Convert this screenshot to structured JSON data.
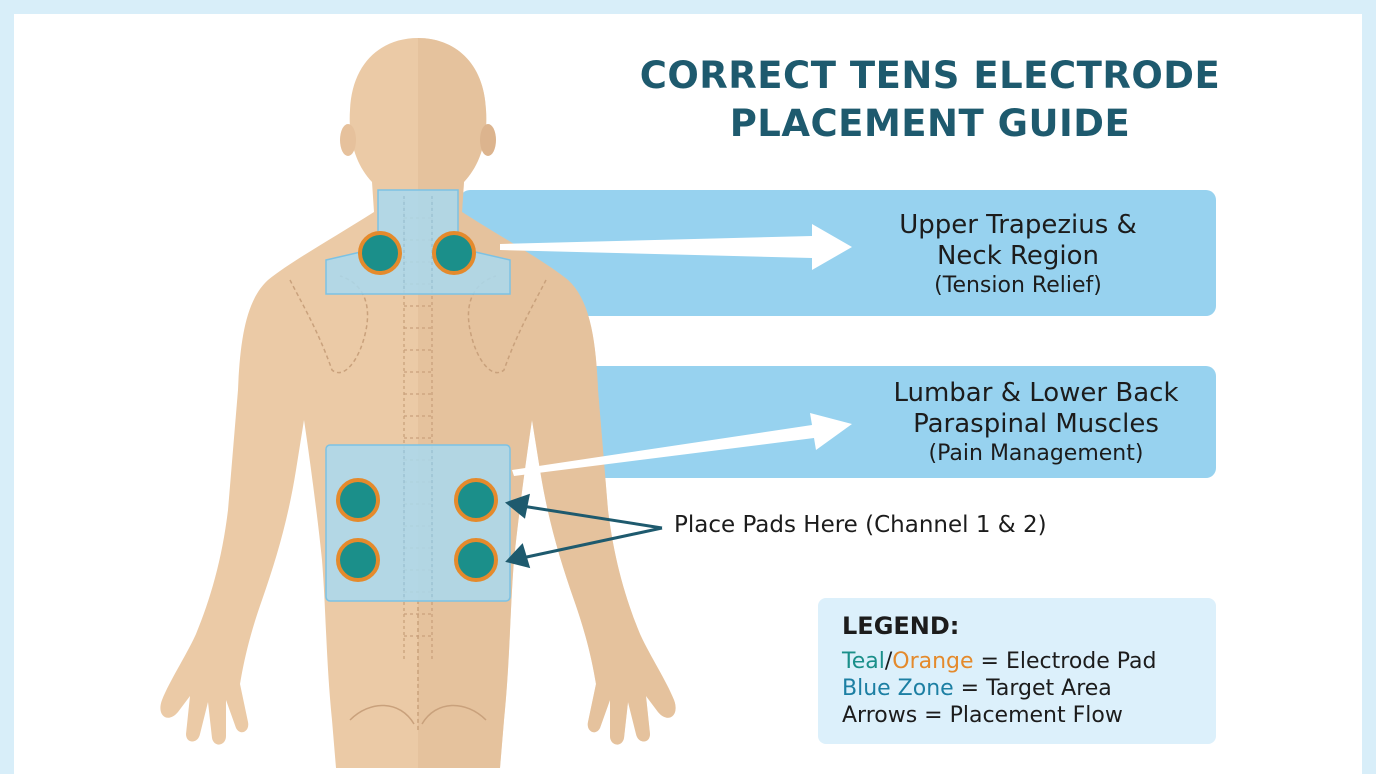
{
  "title": {
    "line1": "CORRECT TENS ELECTRODE",
    "line2": "PLACEMENT GUIDE"
  },
  "regions": [
    {
      "title_line1": "Upper Trapezius &",
      "title_line2": "Neck Region",
      "subtitle": "(Tension Relief)"
    },
    {
      "title_line1": "Lumbar & Lower Back",
      "title_line2": "Paraspinal Muscles",
      "subtitle": "(Pain Management)"
    }
  ],
  "pads_label": "Place Pads Here (Channel 1 & 2)",
  "legend": {
    "title": "LEGEND:",
    "teal_word": "Teal",
    "slash": "/",
    "orange_word": "Orange",
    "pad_rest": " = Electrode Pad",
    "blue_word": "Blue Zone",
    "zone_rest": " = Target Area",
    "arrows_line": "Arrows = Placement Flow"
  },
  "colors": {
    "title": "#1e5a6e",
    "band": "#97d2ef",
    "skin": "#ebcaa6",
    "pad_fill": "#1b8f8a",
    "pad_ring": "#e48a2c",
    "zone": "#a9d9f0",
    "pointer_arrow": "#1e5a6e"
  },
  "icons": [
    "electrode-pad-icon",
    "arrow-icon",
    "spine-icon"
  ]
}
